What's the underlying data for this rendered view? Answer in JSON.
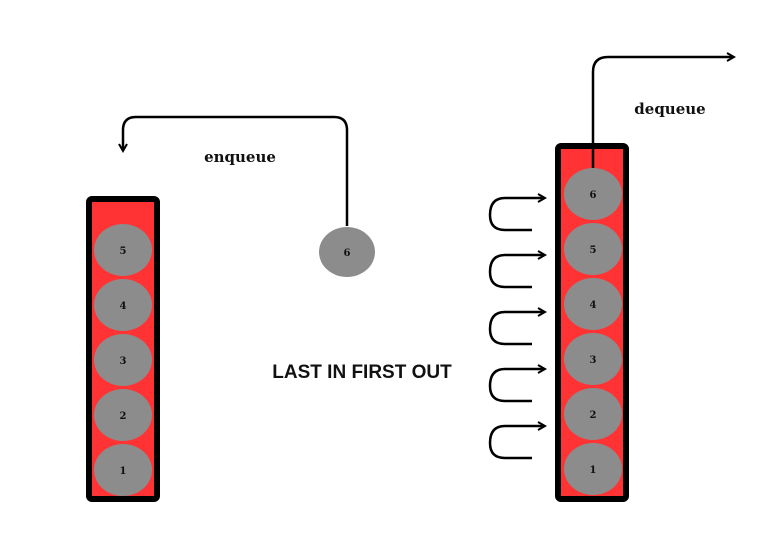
{
  "diagram": {
    "left_stack": {
      "items": [
        "5",
        "4",
        "3",
        "2",
        "1"
      ]
    },
    "incoming_ball": "6",
    "right_stack": {
      "items": [
        "6",
        "5",
        "4",
        "3",
        "2",
        "1"
      ]
    },
    "enqueue_label": "enqueue",
    "dequeue_label": "dequeue",
    "caption": "LAST IN FIRST OUT"
  },
  "colors": {
    "stack_fill": "#ff3333",
    "stack_border": "#000000",
    "ball_fill": "#8c8c8c",
    "arrow": "#000000"
  }
}
